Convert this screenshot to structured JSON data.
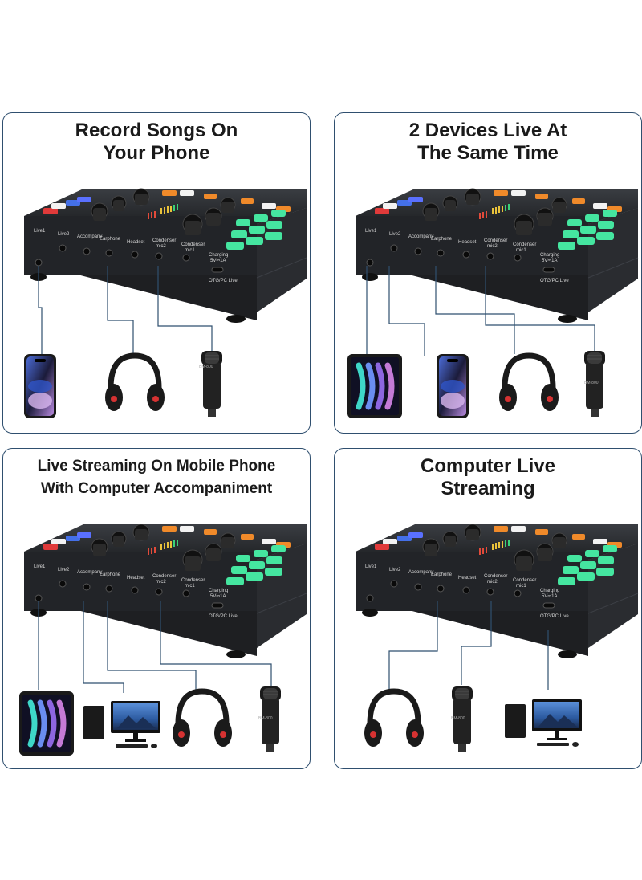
{
  "panels": [
    {
      "title": "Record Songs On\nYour Phone"
    },
    {
      "title": "2 Devices Live At\nThe Same Time"
    },
    {
      "title": "Live Streaming On Mobile Phone\nWith Computer Accompaniment"
    },
    {
      "title": "Computer Live\nStreaming"
    }
  ],
  "ports": {
    "live1": "Live1",
    "live2": "Live2",
    "accompany": "Accompany",
    "earphone": "Earphone",
    "headset": "Headset",
    "condenser": "Condenser",
    "mic2": "mic2",
    "mic1": "mic1",
    "charging": "Charging",
    "spec": "5V⎓1A",
    "otg": "OTG/PC Live"
  },
  "mic_label": "BM-800",
  "colors": {
    "line": "#2f4f6f",
    "device": "#2a2c2f",
    "green": "#45e6a0"
  }
}
